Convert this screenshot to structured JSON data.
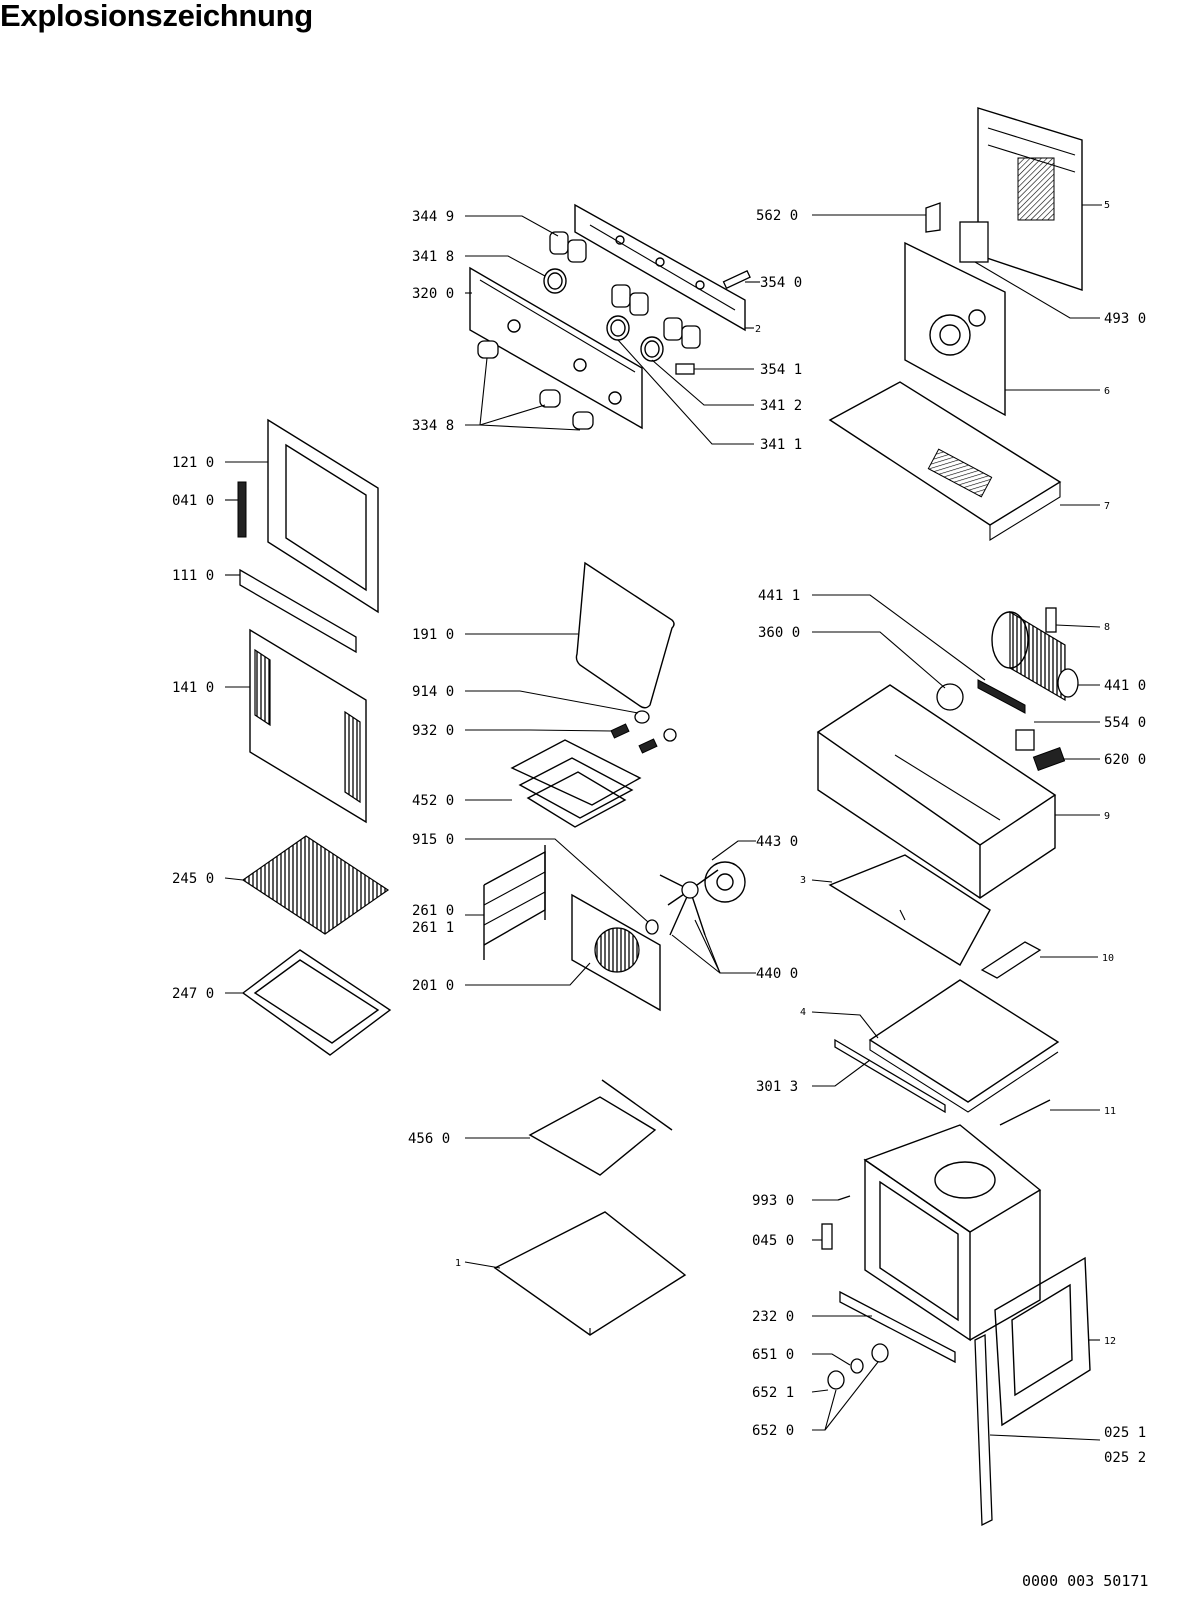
{
  "title": "Explosionszeichnung",
  "document_number": "0000 003 50171",
  "callouts": [
    {
      "id": "c-3449",
      "label": "344 9"
    },
    {
      "id": "c-3418",
      "label": "341 8"
    },
    {
      "id": "c-3200",
      "label": "320 0"
    },
    {
      "id": "c-3348",
      "label": "334 8"
    },
    {
      "id": "c-5620",
      "label": "562 0"
    },
    {
      "id": "c-3540",
      "label": "354 0"
    },
    {
      "id": "c-2",
      "label": "2"
    },
    {
      "id": "c-3541",
      "label": "354 1"
    },
    {
      "id": "c-3412",
      "label": "341 2"
    },
    {
      "id": "c-3411",
      "label": "341 1"
    },
    {
      "id": "c-5",
      "label": "5"
    },
    {
      "id": "c-4930",
      "label": "493 0"
    },
    {
      "id": "c-6",
      "label": "6"
    },
    {
      "id": "c-7",
      "label": "7"
    },
    {
      "id": "c-1210",
      "label": "121 0"
    },
    {
      "id": "c-0410",
      "label": "041 0"
    },
    {
      "id": "c-1110",
      "label": "111 0"
    },
    {
      "id": "c-1410",
      "label": "141 0"
    },
    {
      "id": "c-2450",
      "label": "245 0"
    },
    {
      "id": "c-2470",
      "label": "247 0"
    },
    {
      "id": "c-1910",
      "label": "191 0"
    },
    {
      "id": "c-9140",
      "label": "914 0"
    },
    {
      "id": "c-9320",
      "label": "932 0"
    },
    {
      "id": "c-4520",
      "label": "452 0"
    },
    {
      "id": "c-9150",
      "label": "915 0"
    },
    {
      "id": "c-2610",
      "label": "261 0"
    },
    {
      "id": "c-2611",
      "label": "261 1"
    },
    {
      "id": "c-2010",
      "label": "201 0"
    },
    {
      "id": "c-4430",
      "label": "443 0"
    },
    {
      "id": "c-4400",
      "label": "440 0"
    },
    {
      "id": "c-4411",
      "label": "441 1"
    },
    {
      "id": "c-3600",
      "label": "360 0"
    },
    {
      "id": "c-8",
      "label": "8"
    },
    {
      "id": "c-4410",
      "label": "441 0"
    },
    {
      "id": "c-5540",
      "label": "554 0"
    },
    {
      "id": "c-6200",
      "label": "620 0"
    },
    {
      "id": "c-9",
      "label": "9"
    },
    {
      "id": "c-3",
      "label": "3"
    },
    {
      "id": "c-10",
      "label": "10"
    },
    {
      "id": "c-4",
      "label": "4"
    },
    {
      "id": "c-3013",
      "label": "301 3"
    },
    {
      "id": "c-11",
      "label": "11"
    },
    {
      "id": "c-4560",
      "label": "456 0"
    },
    {
      "id": "c-1",
      "label": "1"
    },
    {
      "id": "c-9930",
      "label": "993 0"
    },
    {
      "id": "c-0450",
      "label": "045 0"
    },
    {
      "id": "c-2320",
      "label": "232 0"
    },
    {
      "id": "c-12",
      "label": "12"
    },
    {
      "id": "c-6510",
      "label": "651 0"
    },
    {
      "id": "c-6521",
      "label": "652 1"
    },
    {
      "id": "c-6520",
      "label": "652 0"
    },
    {
      "id": "c-0251",
      "label": "025 1"
    },
    {
      "id": "c-0252",
      "label": "025 2"
    }
  ]
}
